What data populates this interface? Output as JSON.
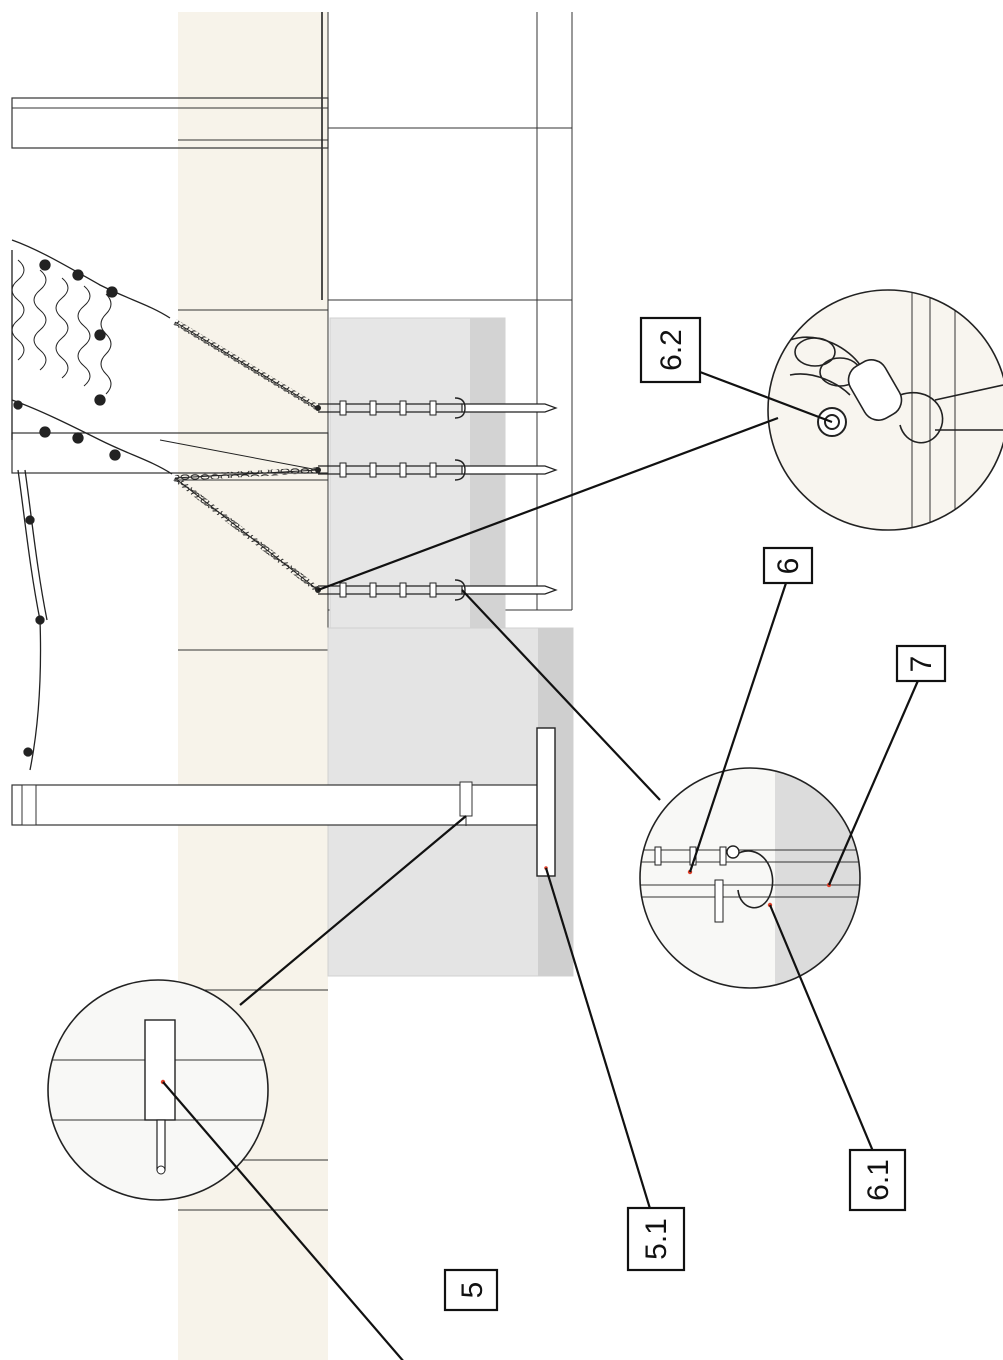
{
  "diagram": {
    "callouts": [
      {
        "id": "callout-6-2",
        "label": "6.2"
      },
      {
        "id": "callout-6",
        "label": "6"
      },
      {
        "id": "callout-7",
        "label": "7"
      },
      {
        "id": "callout-6-1",
        "label": "6.1"
      },
      {
        "id": "callout-5-1",
        "label": "5.1"
      },
      {
        "id": "callout-5",
        "label": "5"
      }
    ],
    "colors": {
      "plinth": "#f7f3ea",
      "ground_slab": "#e4e4e4",
      "gravel_strip": "#cfcfcf",
      "line": "#222222",
      "marker_dot": "#e0402a"
    }
  }
}
